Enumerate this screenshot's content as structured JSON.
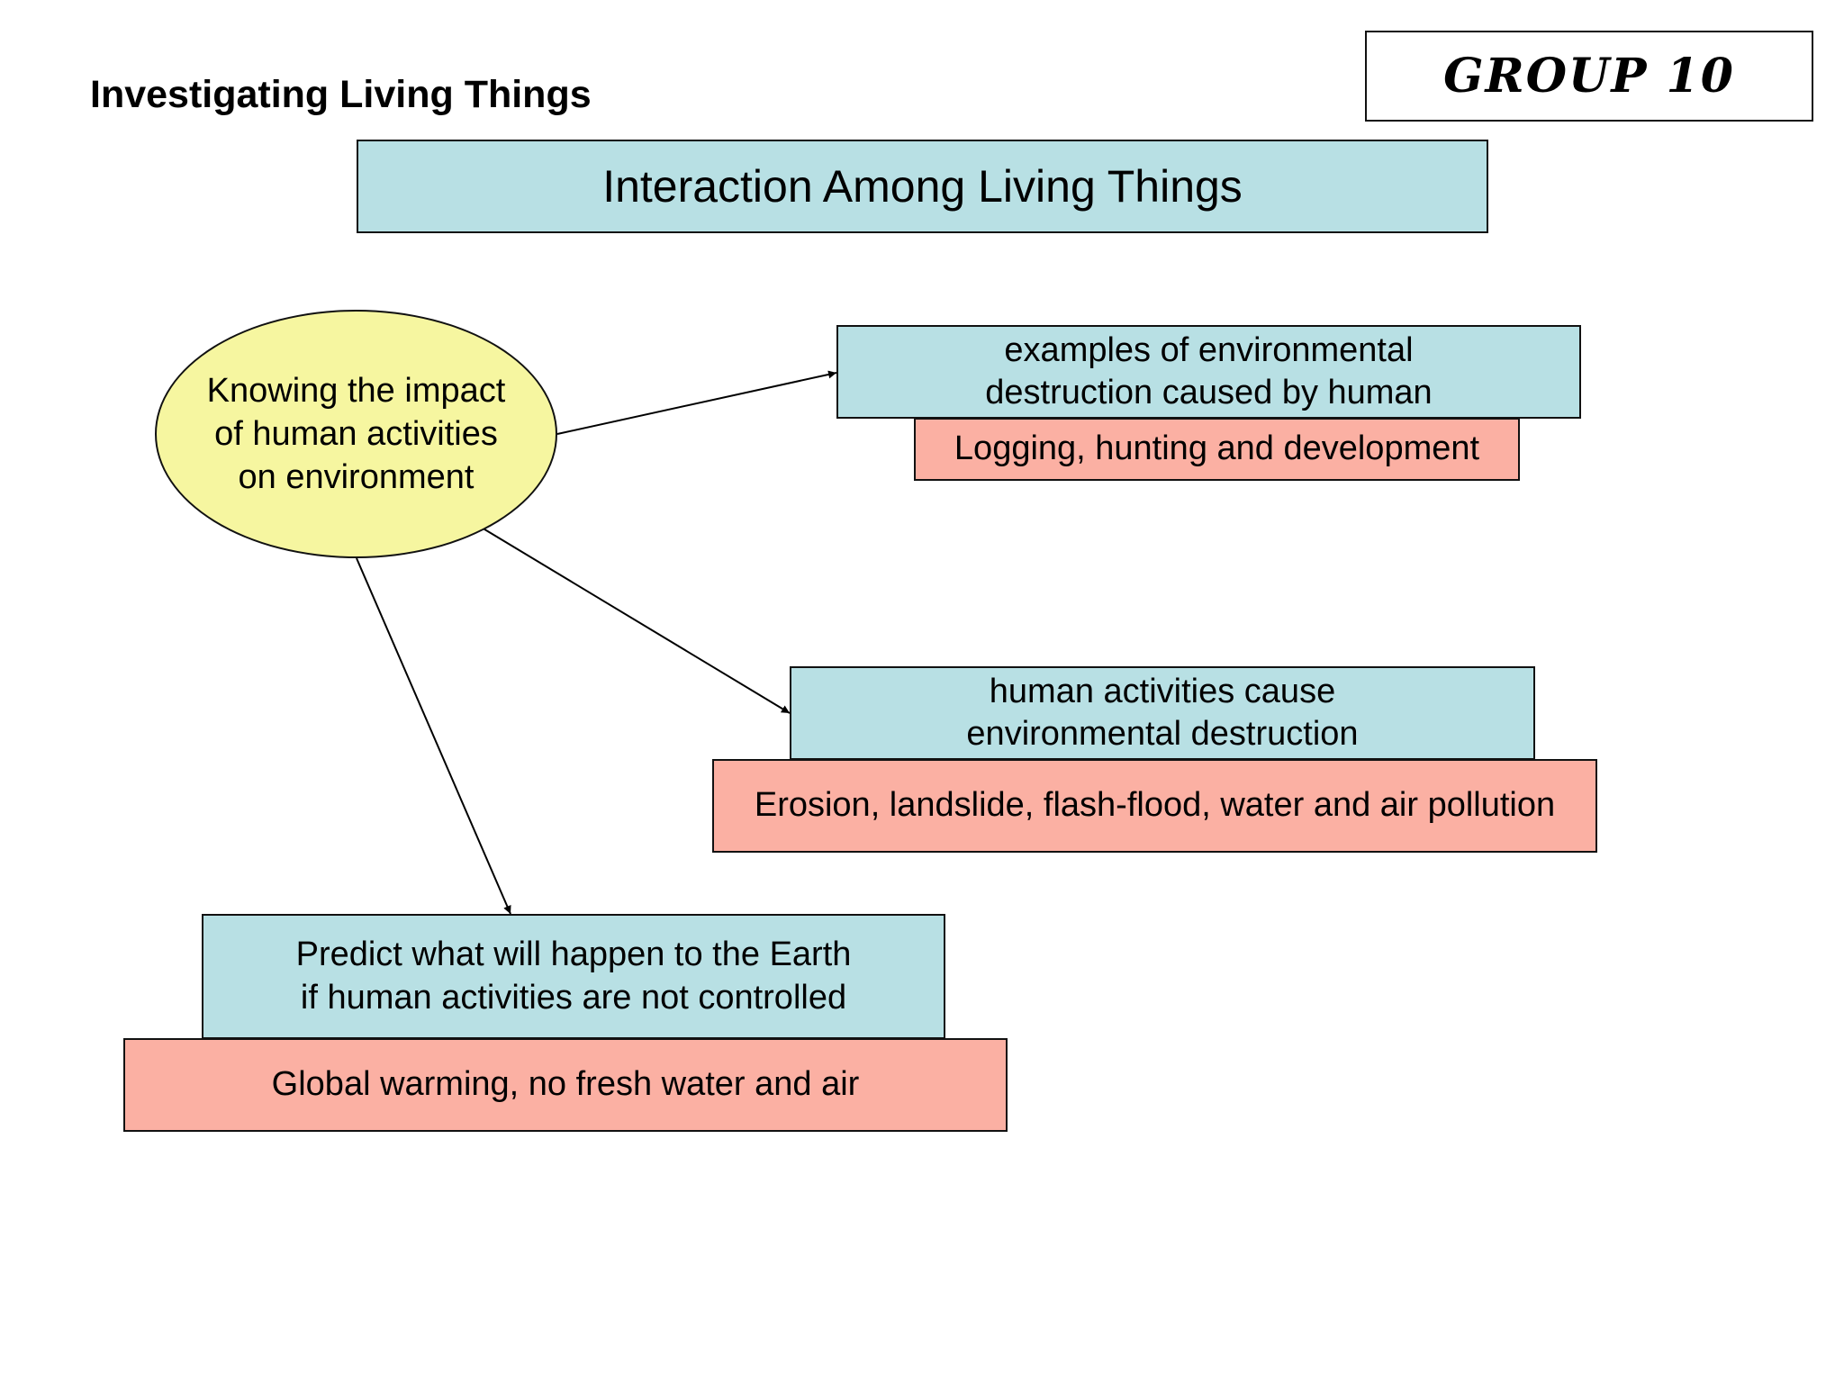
{
  "slide": {
    "heading": "Investigating Living Things",
    "group_label": "GROUP 10",
    "main_title": "Interaction Among Living Things"
  },
  "diagram": {
    "center_node": "Knowing the impact\nof human activities\non environment",
    "branches": [
      {
        "question": "examples of environmental\ndestruction caused by human",
        "answer": "Logging, hunting and development"
      },
      {
        "question": "human activities cause\nenvironmental destruction",
        "answer": "Erosion, landslide, flash-flood, water and air pollution"
      },
      {
        "question": "Predict what will happen to the Earth\nif human activities are not controlled",
        "answer": "Global warming, no fresh water and air"
      }
    ]
  },
  "colors": {
    "question_fill": "#b8e0e4",
    "answer_fill": "#fbb0a3",
    "center_fill": "#f6f6a0"
  }
}
